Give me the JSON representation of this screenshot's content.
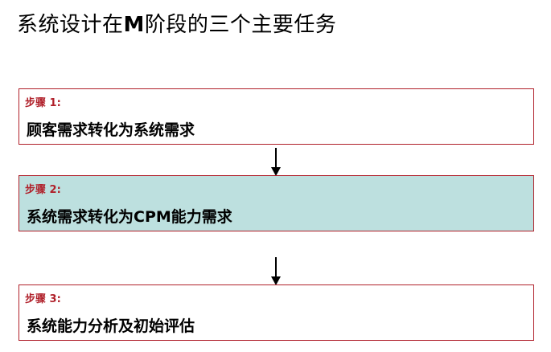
{
  "title": {
    "prefix": "系统设计在",
    "strong": "M",
    "suffix": "阶段的三个主要任务"
  },
  "steps": [
    {
      "label": "步骤 1:",
      "text": "顾客需求转化为系统需求"
    },
    {
      "label": "步骤 2:",
      "text": "系统需求转化为CPM能力需求"
    },
    {
      "label": "步骤 3:",
      "text": "系统能力分析及初始评估"
    }
  ],
  "colors": {
    "accent": "#b0202a",
    "highlight_fill": "#bde0df",
    "text": "#000000"
  },
  "highlighted_step": 2,
  "icons": {
    "connector": "arrow-down-icon"
  }
}
